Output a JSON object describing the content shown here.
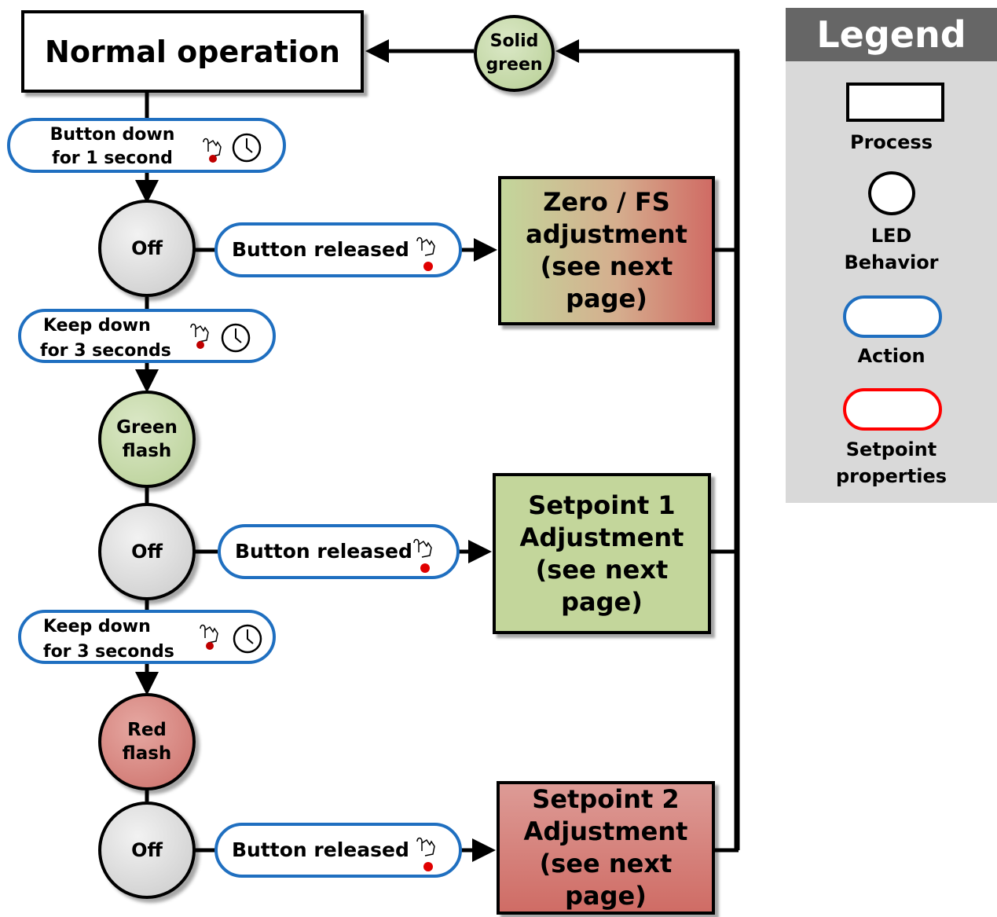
{
  "processes": {
    "normal": "Normal operation",
    "zero_fs": [
      "Zero / FS",
      "adjustment",
      "(see next",
      "page)"
    ],
    "setpoint1": [
      "Setpoint 1",
      "Adjustment",
      "(see next",
      "page)"
    ],
    "setpoint2": [
      "Setpoint 2",
      "Adjustment",
      "(see next",
      "page)"
    ]
  },
  "leds": {
    "solid_green": [
      "Solid",
      "green"
    ],
    "off_1": "Off",
    "green_flash": [
      "Green",
      "flash"
    ],
    "off_2": "Off",
    "red_flash": [
      "Red",
      "flash"
    ],
    "off_3": "Off"
  },
  "actions": {
    "button_down": [
      "Button down",
      "for 1 second"
    ],
    "released_1": "Button released",
    "keep_down_1": [
      "Keep down",
      "for 3 seconds"
    ],
    "released_2": "Button released",
    "keep_down_2": [
      "Keep down",
      "for 3 seconds"
    ],
    "released_3": "Button released"
  },
  "legend": {
    "title": "Legend",
    "process": "Process",
    "led": [
      "LED",
      "Behavior"
    ],
    "action": "Action",
    "setpoint": [
      "Setpoint",
      "properties"
    ]
  },
  "colors": {
    "action_border": "#1f6fc0",
    "setpoint_border": "#ff0000",
    "green_fill": "#c3d69b",
    "red_fill": "#d47b76",
    "gray_fill": "#d0d0d0",
    "legend_header": "#666666",
    "legend_bg": "#d9d9d9"
  },
  "icons": [
    "hand-press-icon",
    "clock-icon"
  ]
}
